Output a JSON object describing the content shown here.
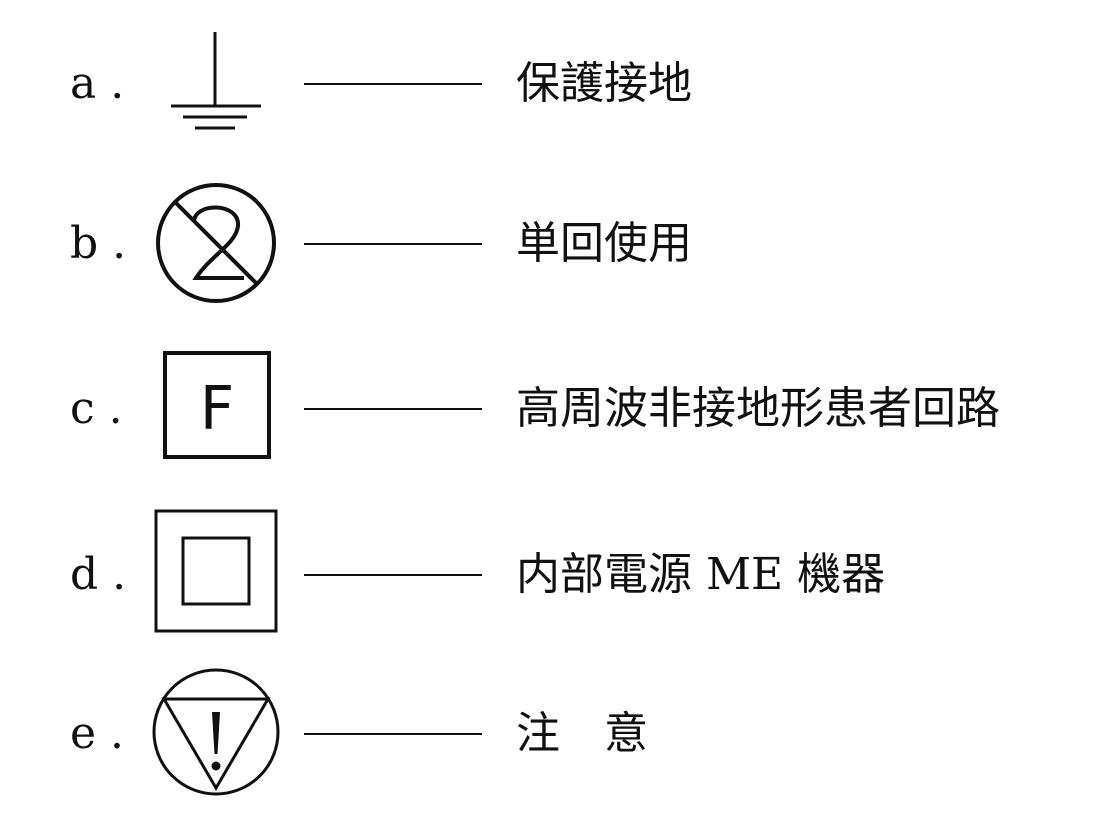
{
  "items": [
    {
      "letter": "a .",
      "label": "保護接地",
      "symbol": "protective-earth-icon"
    },
    {
      "letter": "b .",
      "label": "単回使用",
      "symbol": "do-not-reuse-icon"
    },
    {
      "letter": "c .",
      "label": "高周波非接地形患者回路",
      "symbol": "f-type-applied-part-icon",
      "symbol_text": "F"
    },
    {
      "letter": "d .",
      "label": "内部電源 ME 機器",
      "symbol": "internally-powered-equipment-icon"
    },
    {
      "letter": "e .",
      "label": "注　意",
      "symbol": "caution-icon",
      "symbol_text": "!"
    }
  ]
}
